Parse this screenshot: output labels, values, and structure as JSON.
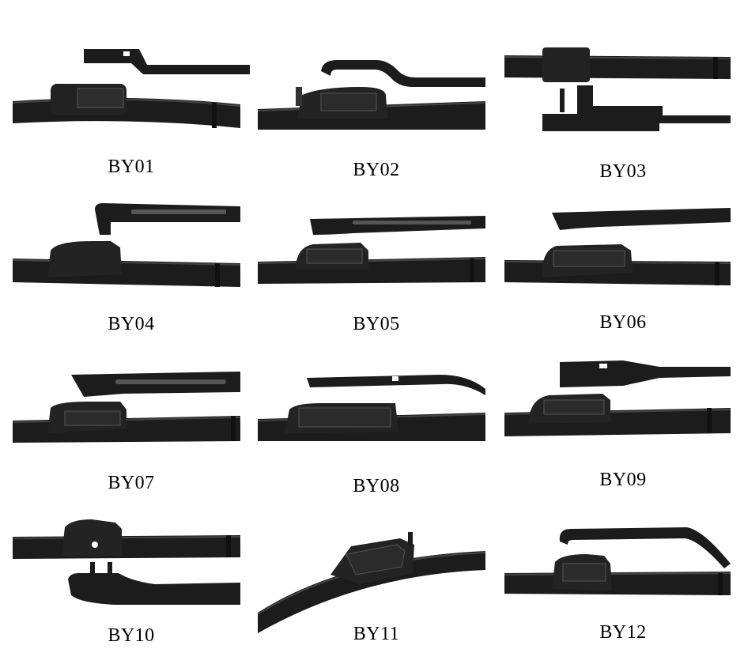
{
  "items": [
    {
      "code": "BY01"
    },
    {
      "code": "BY02"
    },
    {
      "code": "BY03"
    },
    {
      "code": "BY04"
    },
    {
      "code": "BY05"
    },
    {
      "code": "BY06"
    },
    {
      "code": "BY07"
    },
    {
      "code": "BY08"
    },
    {
      "code": "BY09"
    },
    {
      "code": "BY10"
    },
    {
      "code": "BY11"
    },
    {
      "code": "BY12"
    }
  ],
  "colors": {
    "blade": "#1c1c1c",
    "blade_highlight": "#3a3a3a",
    "background": "#ffffff"
  }
}
